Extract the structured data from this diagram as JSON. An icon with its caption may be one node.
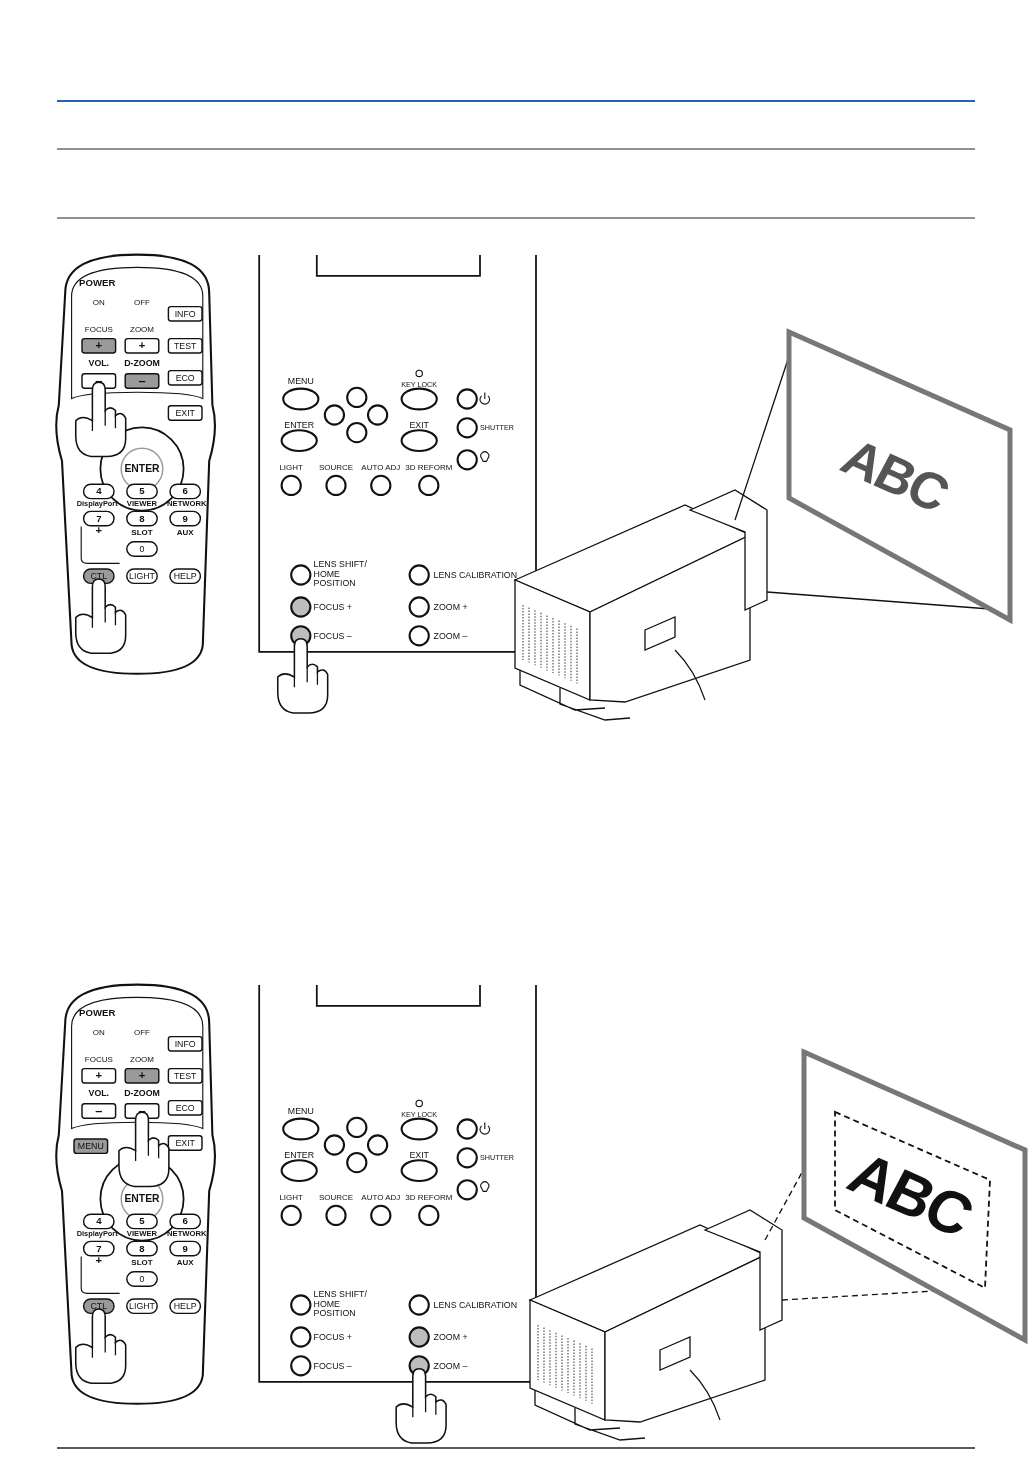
{
  "diagram": {
    "labels": [
      "POWER",
      "ON",
      "OFF",
      "INFO",
      "FOCUS",
      "ZOOM",
      "+",
      "+",
      "TEST",
      "VOL.",
      "D-ZOOM",
      "ECO",
      "–",
      "–",
      "EXIT",
      "ENTER",
      "4",
      "5",
      "6",
      "DisplayPort",
      "VIEWER",
      "NETWORK",
      "7",
      "8",
      "9",
      "+",
      "SLOT",
      "AUX",
      "0",
      "CTL",
      "LIGHT",
      "HELP",
      "MENU",
      "KEY LOCK",
      "ENTER",
      "EXIT",
      "SHUTTER",
      "LIGHT",
      "SOURCE",
      "AUTO ADJ",
      "3D REFORM",
      "LENS SHIFT/ HOME POSITION",
      "LENS CALIBRATION",
      "FOCUS +",
      "ZOOM +",
      "FOCUS –",
      "ZOOM –",
      "ABC",
      "POWER",
      "ON",
      "OFF",
      "INFO",
      "FOCUS",
      "ZOOM",
      "+",
      "+",
      "TEST",
      "VOL.",
      "D-ZOOM",
      "ECO",
      "–",
      "–",
      "MENU",
      "EXIT",
      "ENTER",
      "4",
      "5",
      "6",
      "DisplayPort",
      "VIEWER",
      "NETWORK",
      "7",
      "8",
      "9",
      "+",
      "SLOT",
      "AUX",
      "0",
      "CTL",
      "LIGHT",
      "HELP",
      "MENU",
      "KEY LOCK",
      "ENTER",
      "EXIT",
      "SHUTTER",
      "LIGHT",
      "SOURCE",
      "AUTO ADJ",
      "3D REFORM",
      "LENS SHIFT/ HOME POSITION",
      "LENS CALIBRATION",
      "FOCUS +",
      "ZOOM +",
      "FOCUS –",
      "ZOOM –",
      "ABC"
    ]
  }
}
